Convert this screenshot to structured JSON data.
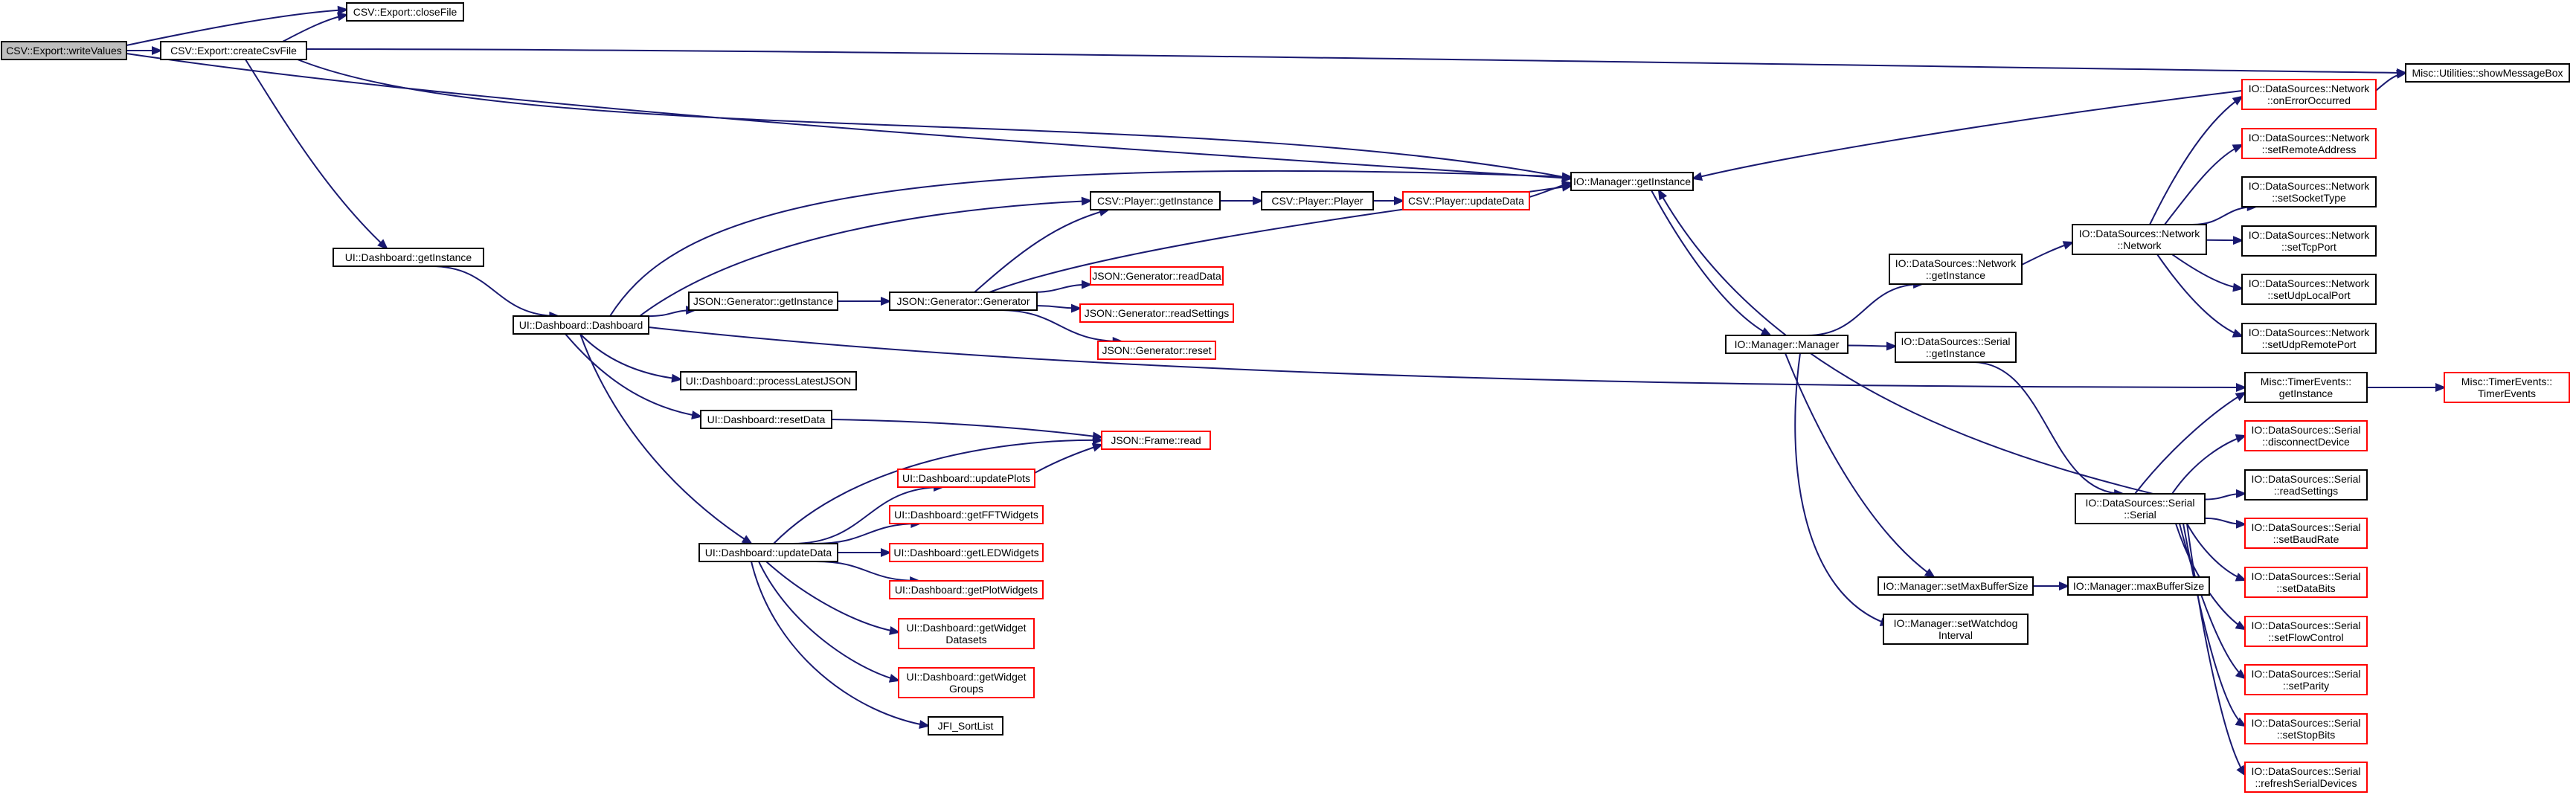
{
  "colors": {
    "edge": "#191970",
    "root_fill": "#bfbfbf",
    "border_normal": "#000000",
    "border_link": "#ff0000",
    "background": "#ffffff"
  },
  "nodes": [
    {
      "id": "writeValues",
      "lines": [
        "CSV::Export::writeValues"
      ],
      "style": "root"
    },
    {
      "id": "closeFile",
      "lines": [
        "CSV::Export::closeFile"
      ],
      "style": "normal"
    },
    {
      "id": "createCsvFile",
      "lines": [
        "CSV::Export::createCsvFile"
      ],
      "style": "normal"
    },
    {
      "id": "showMessageBox",
      "lines": [
        "Misc::Utilities::showMessageBox"
      ],
      "style": "normal"
    },
    {
      "id": "ioGetInstance",
      "lines": [
        "IO::Manager::getInstance"
      ],
      "style": "normal"
    },
    {
      "id": "dashGetInstance",
      "lines": [
        "UI::Dashboard::getInstance"
      ],
      "style": "normal"
    },
    {
      "id": "dashboard",
      "lines": [
        "UI::Dashboard::Dashboard"
      ],
      "style": "normal"
    },
    {
      "id": "csvPlayerGetInstance",
      "lines": [
        "CSV::Player::getInstance"
      ],
      "style": "normal"
    },
    {
      "id": "csvPlayer",
      "lines": [
        "CSV::Player::Player"
      ],
      "style": "normal"
    },
    {
      "id": "csvUpdateData",
      "lines": [
        "CSV::Player::updateData"
      ],
      "style": "link"
    },
    {
      "id": "jsonGetInstance",
      "lines": [
        "JSON::Generator::getInstance"
      ],
      "style": "normal"
    },
    {
      "id": "jsonGenerator",
      "lines": [
        "JSON::Generator::Generator"
      ],
      "style": "normal"
    },
    {
      "id": "jsonReadData",
      "lines": [
        "JSON::Generator::readData"
      ],
      "style": "link"
    },
    {
      "id": "jsonReadSettings",
      "lines": [
        "JSON::Generator::readSettings"
      ],
      "style": "link"
    },
    {
      "id": "jsonReset",
      "lines": [
        "JSON::Generator::reset"
      ],
      "style": "link"
    },
    {
      "id": "processLatestJSON",
      "lines": [
        "UI::Dashboard::processLatestJSON"
      ],
      "style": "normal"
    },
    {
      "id": "resetData",
      "lines": [
        "UI::Dashboard::resetData"
      ],
      "style": "normal"
    },
    {
      "id": "jsonFrameRead",
      "lines": [
        "JSON::Frame::read"
      ],
      "style": "link"
    },
    {
      "id": "updatePlots",
      "lines": [
        "UI::Dashboard::updatePlots"
      ],
      "style": "link"
    },
    {
      "id": "updateData",
      "lines": [
        "UI::Dashboard::updateData"
      ],
      "style": "normal"
    },
    {
      "id": "getFFTWidgets",
      "lines": [
        "UI::Dashboard::getFFTWidgets"
      ],
      "style": "link"
    },
    {
      "id": "getLEDWidgets",
      "lines": [
        "UI::Dashboard::getLEDWidgets"
      ],
      "style": "link"
    },
    {
      "id": "getPlotWidgets",
      "lines": [
        "UI::Dashboard::getPlotWidgets"
      ],
      "style": "link"
    },
    {
      "id": "getWidgetDatasets",
      "lines": [
        "UI::Dashboard::getWidget",
        "Datasets"
      ],
      "style": "link"
    },
    {
      "id": "getWidgetGroups",
      "lines": [
        "UI::Dashboard::getWidget",
        "Groups"
      ],
      "style": "link"
    },
    {
      "id": "sortList",
      "lines": [
        "JFI_SortList"
      ],
      "style": "normal"
    },
    {
      "id": "ioManager",
      "lines": [
        "IO::Manager::Manager"
      ],
      "style": "normal"
    },
    {
      "id": "netGetInstance",
      "lines": [
        "IO::DataSources::Network",
        "::getInstance"
      ],
      "style": "normal"
    },
    {
      "id": "serialGetInstance",
      "lines": [
        "IO::DataSources::Serial",
        "::getInstance"
      ],
      "style": "normal"
    },
    {
      "id": "setMaxBufferSize",
      "lines": [
        "IO::Manager::setMaxBufferSize"
      ],
      "style": "normal"
    },
    {
      "id": "maxBufferSize",
      "lines": [
        "IO::Manager::maxBufferSize"
      ],
      "style": "normal"
    },
    {
      "id": "setWatchdogInterval",
      "lines": [
        "IO::Manager::setWatchdog",
        "Interval"
      ],
      "style": "normal"
    },
    {
      "id": "network",
      "lines": [
        "IO::DataSources::Network",
        "::Network"
      ],
      "style": "normal"
    },
    {
      "id": "onErrorOccurred",
      "lines": [
        "IO::DataSources::Network",
        "::onErrorOccurred"
      ],
      "style": "link"
    },
    {
      "id": "setRemoteAddress",
      "lines": [
        "IO::DataSources::Network",
        "::setRemoteAddress"
      ],
      "style": "link"
    },
    {
      "id": "setSocketType",
      "lines": [
        "IO::DataSources::Network",
        "::setSocketType"
      ],
      "style": "normal"
    },
    {
      "id": "setTcpPort",
      "lines": [
        "IO::DataSources::Network",
        "::setTcpPort"
      ],
      "style": "normal"
    },
    {
      "id": "setUdpLocalPort",
      "lines": [
        "IO::DataSources::Network",
        "::setUdpLocalPort"
      ],
      "style": "normal"
    },
    {
      "id": "setUdpRemotePort",
      "lines": [
        "IO::DataSources::Network",
        "::setUdpRemotePort"
      ],
      "style": "normal"
    },
    {
      "id": "timerGetInstance",
      "lines": [
        "Misc::TimerEvents::",
        "getInstance"
      ],
      "style": "normal"
    },
    {
      "id": "timerEvents",
      "lines": [
        "Misc::TimerEvents::",
        "TimerEvents"
      ],
      "style": "link"
    },
    {
      "id": "serial",
      "lines": [
        "IO::DataSources::Serial",
        "::Serial"
      ],
      "style": "normal"
    },
    {
      "id": "disconnectDevice",
      "lines": [
        "IO::DataSources::Serial",
        "::disconnectDevice"
      ],
      "style": "link"
    },
    {
      "id": "readSettings",
      "lines": [
        "IO::DataSources::Serial",
        "::readSettings"
      ],
      "style": "normal"
    },
    {
      "id": "setBaudRate",
      "lines": [
        "IO::DataSources::Serial",
        "::setBaudRate"
      ],
      "style": "link"
    },
    {
      "id": "setDataBits",
      "lines": [
        "IO::DataSources::Serial",
        "::setDataBits"
      ],
      "style": "link"
    },
    {
      "id": "setFlowControl",
      "lines": [
        "IO::DataSources::Serial",
        "::setFlowControl"
      ],
      "style": "link"
    },
    {
      "id": "setParity",
      "lines": [
        "IO::DataSources::Serial",
        "::setParity"
      ],
      "style": "link"
    },
    {
      "id": "setStopBits",
      "lines": [
        "IO::DataSources::Serial",
        "::setStopBits"
      ],
      "style": "link"
    },
    {
      "id": "refreshSerialDevices",
      "lines": [
        "IO::DataSources::Serial",
        "::refreshSerialDevices"
      ],
      "style": "link"
    }
  ],
  "edges": [
    [
      "writeValues",
      "closeFile"
    ],
    [
      "writeValues",
      "createCsvFile"
    ],
    [
      "writeValues",
      "ioGetInstance"
    ],
    [
      "createCsvFile",
      "closeFile"
    ],
    [
      "createCsvFile",
      "showMessageBox"
    ],
    [
      "createCsvFile",
      "ioGetInstance"
    ],
    [
      "createCsvFile",
      "dashGetInstance"
    ],
    [
      "dashGetInstance",
      "dashboard"
    ],
    [
      "dashboard",
      "ioGetInstance"
    ],
    [
      "dashboard",
      "csvPlayerGetInstance"
    ],
    [
      "dashboard",
      "jsonGetInstance"
    ],
    [
      "dashboard",
      "processLatestJSON"
    ],
    [
      "dashboard",
      "resetData"
    ],
    [
      "dashboard",
      "updateData"
    ],
    [
      "dashboard",
      "timerGetInstance"
    ],
    [
      "csvPlayerGetInstance",
      "csvPlayer"
    ],
    [
      "csvPlayer",
      "csvUpdateData"
    ],
    [
      "csvUpdateData",
      "ioGetInstance"
    ],
    [
      "jsonGetInstance",
      "jsonGenerator"
    ],
    [
      "jsonGenerator",
      "csvPlayerGetInstance"
    ],
    [
      "jsonGenerator",
      "ioGetInstance"
    ],
    [
      "jsonGenerator",
      "jsonReadData"
    ],
    [
      "jsonGenerator",
      "jsonReadSettings"
    ],
    [
      "jsonGenerator",
      "jsonReset"
    ],
    [
      "resetData",
      "jsonFrameRead"
    ],
    [
      "updateData",
      "jsonFrameRead"
    ],
    [
      "updateData",
      "updatePlots"
    ],
    [
      "updateData",
      "getFFTWidgets"
    ],
    [
      "updateData",
      "getLEDWidgets"
    ],
    [
      "updateData",
      "getPlotWidgets"
    ],
    [
      "updateData",
      "getWidgetDatasets"
    ],
    [
      "updateData",
      "getWidgetGroups"
    ],
    [
      "updateData",
      "sortList"
    ],
    [
      "updatePlots",
      "jsonFrameRead"
    ],
    [
      "ioGetInstance",
      "ioManager"
    ],
    [
      "ioManager",
      "netGetInstance"
    ],
    [
      "ioManager",
      "serialGetInstance"
    ],
    [
      "ioManager",
      "setMaxBufferSize"
    ],
    [
      "ioManager",
      "setWatchdogInterval"
    ],
    [
      "setMaxBufferSize",
      "maxBufferSize"
    ],
    [
      "netGetInstance",
      "network"
    ],
    [
      "network",
      "onErrorOccurred"
    ],
    [
      "network",
      "setRemoteAddress"
    ],
    [
      "network",
      "setSocketType"
    ],
    [
      "network",
      "setTcpPort"
    ],
    [
      "network",
      "setUdpLocalPort"
    ],
    [
      "network",
      "setUdpRemotePort"
    ],
    [
      "onErrorOccurred",
      "ioGetInstance"
    ],
    [
      "onErrorOccurred",
      "showMessageBox"
    ],
    [
      "serialGetInstance",
      "serial"
    ],
    [
      "serial",
      "ioGetInstance"
    ],
    [
      "serial",
      "timerGetInstance"
    ],
    [
      "serial",
      "disconnectDevice"
    ],
    [
      "serial",
      "readSettings"
    ],
    [
      "serial",
      "setBaudRate"
    ],
    [
      "serial",
      "setDataBits"
    ],
    [
      "serial",
      "setFlowControl"
    ],
    [
      "serial",
      "setParity"
    ],
    [
      "serial",
      "setStopBits"
    ],
    [
      "serial",
      "refreshSerialDevices"
    ],
    [
      "timerGetInstance",
      "timerEvents"
    ]
  ]
}
